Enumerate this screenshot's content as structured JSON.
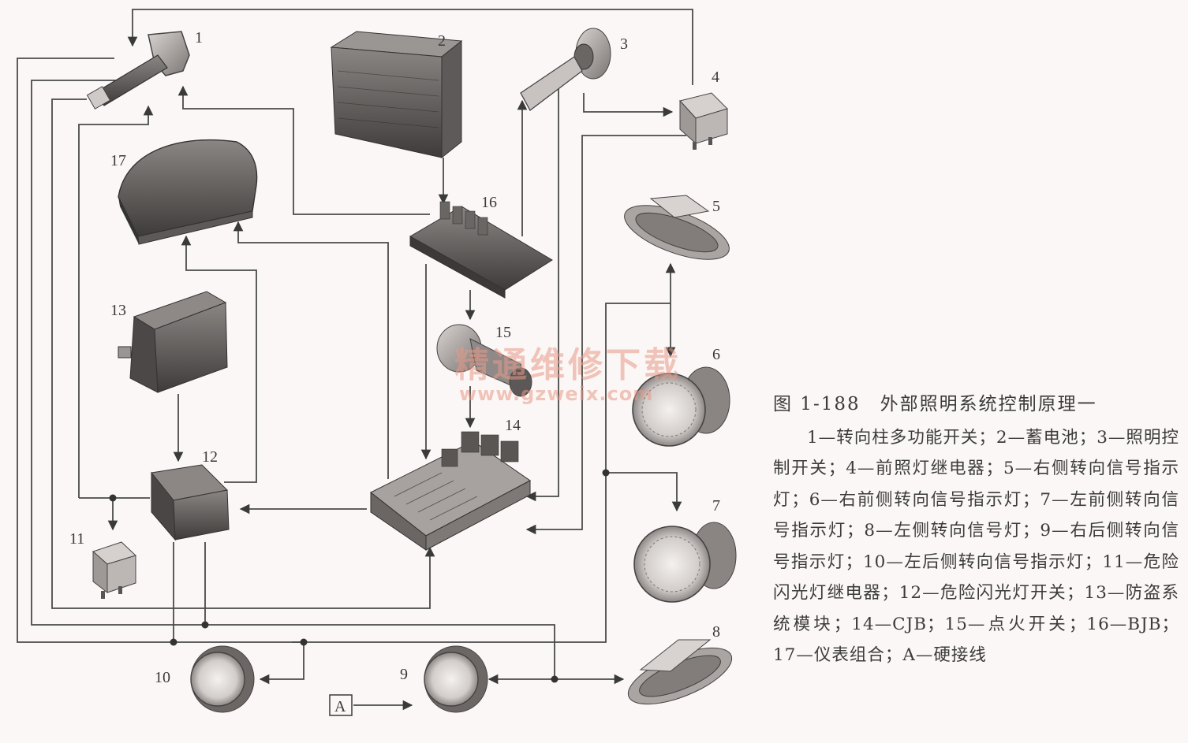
{
  "labels": {
    "c1": "1",
    "c2": "2",
    "c3": "3",
    "c4": "4",
    "c5": "5",
    "c6": "6",
    "c7": "7",
    "c8": "8",
    "c9": "9",
    "c10": "10",
    "c11": "11",
    "c12": "12",
    "c13": "13",
    "c14": "14",
    "c15": "15",
    "c16": "16",
    "c17": "17",
    "a": "A"
  },
  "watermark": {
    "cn": "精通维修下载",
    "url": "www.gzweix.com"
  },
  "caption": {
    "title": "图 1-188　外部照明系统控制原理一",
    "body": "1—转向柱多功能开关；2—蓄电池；3—照明控制开关；4—前照灯继电器；5—右侧转向信号指示灯；6—右前侧转向信号指示灯；7—左前侧转向信号指示灯；8—左侧转向信号灯；9—右后侧转向信号指示灯；10—左后侧转向信号指示灯；11—危险闪光灯继电器；12—危险闪光灯开关；13—防盗系统模块；14—CJB；15—点火开关；16—BJB；17—仪表组合；A—硬接线"
  },
  "colors": {
    "background": "#fbf7f6",
    "ink": "#3b3b3b",
    "watermark": "#e89a88"
  }
}
